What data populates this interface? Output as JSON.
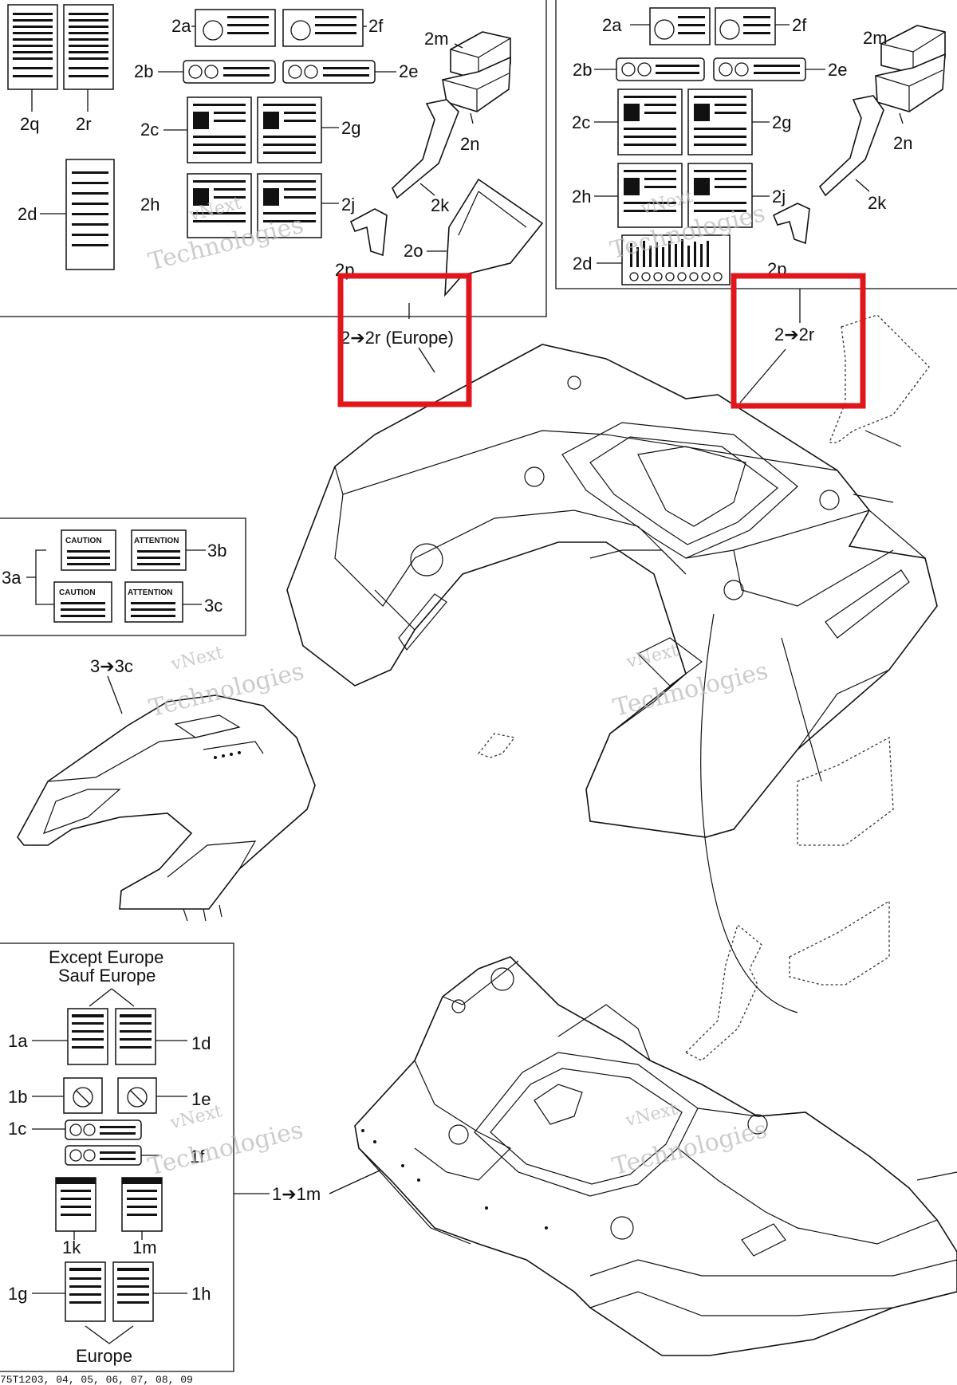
{
  "labels": {
    "a_2a": "2a",
    "a_2f": "2f",
    "a_2b": "2b",
    "a_2e": "2e",
    "a_2c": "2c",
    "a_2g": "2g",
    "a_2h": "2h",
    "a_2j": "2j",
    "a_2d": "2d",
    "a_2q": "2q",
    "a_2r": "2r",
    "a_2m": "2m",
    "a_2n": "2n",
    "a_2k": "2k",
    "a_2o": "2o",
    "a_2p": "2p",
    "a_callout": "2➔2r (Europe)",
    "b_2a": "2a",
    "b_2f": "2f",
    "b_2b": "2b",
    "b_2e": "2e",
    "b_2c": "2c",
    "b_2g": "2g",
    "b_2h": "2h",
    "b_2j": "2j",
    "b_2d": "2d",
    "b_2m": "2m",
    "b_2n": "2n",
    "b_2k": "2k",
    "b_2p": "2p",
    "b_callout": "2➔2r",
    "c_3a": "3a",
    "c_3b": "3b",
    "c_3c": "3c",
    "c_callout": "3➔3c",
    "d_title1": "Except Europe",
    "d_title2": "Sauf Europe",
    "d_1a": "1a",
    "d_1d": "1d",
    "d_1b": "1b",
    "d_1e": "1e",
    "d_1c": "1c",
    "d_1f": "1f",
    "d_1k": "1k",
    "d_1m": "1m",
    "d_1g": "1g",
    "d_1h": "1h",
    "d_europe": "Europe",
    "d_callout": "1➔1m"
  },
  "watermark": {
    "line1": "vNext",
    "line2": "Technologies"
  },
  "footer": "75T1203, 04, 05, 06, 07, 08, 09",
  "decal_text": {
    "caution": "CAUTION",
    "attention": "ATTENTION"
  },
  "colors": {
    "highlight": "#e1161c",
    "line": "#111111"
  }
}
